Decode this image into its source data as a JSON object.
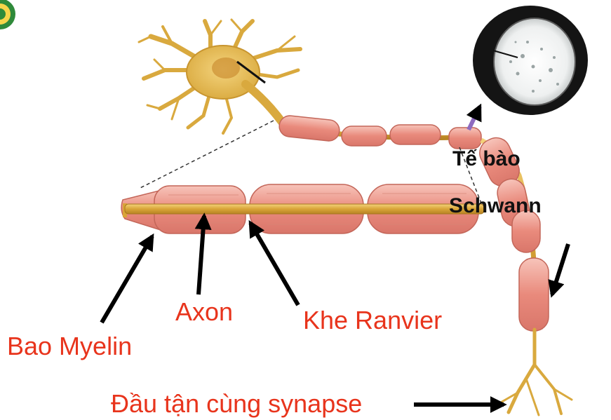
{
  "labels": {
    "schwann_line1": "Tế bào",
    "schwann_line2": "Schwann",
    "axon": "Axon",
    "ranvier": "Khe Ranvier",
    "myelin": "Bao Myelin",
    "synapse": "Đầu tận cùng synapse"
  },
  "colors": {
    "label_red": "#e8341c",
    "label_black": "#111111",
    "axon_gold": "#d9a538",
    "myelin_pink": "#ee9b8e",
    "soma_yellow": "#e8c15e"
  }
}
